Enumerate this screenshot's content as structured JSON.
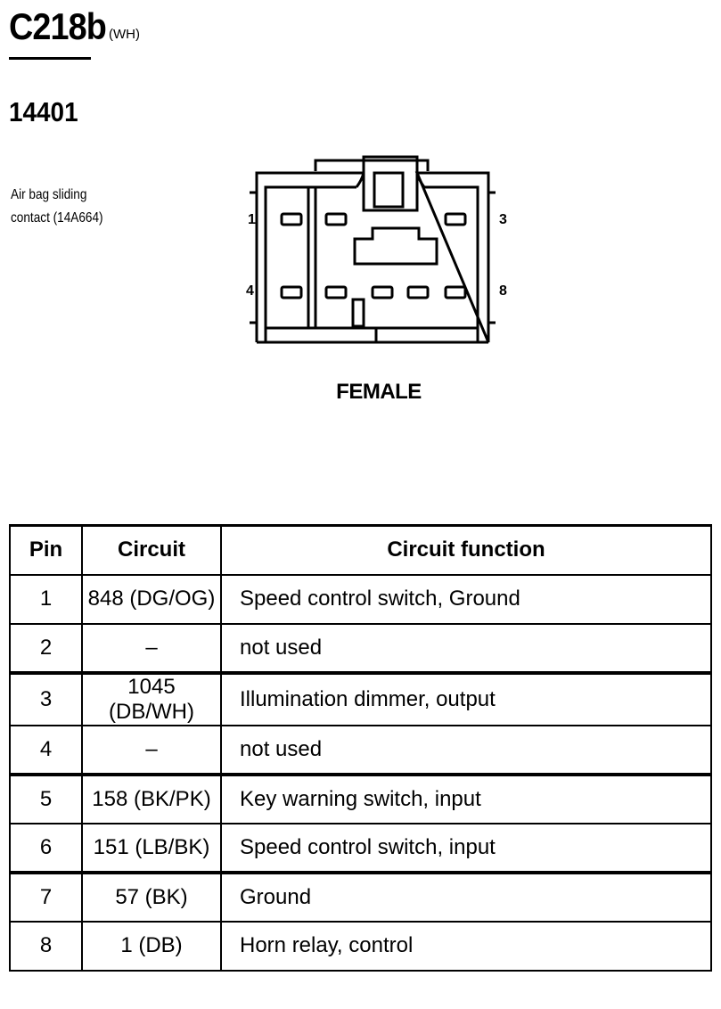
{
  "connector": {
    "id": "C218b",
    "color": "(WH)",
    "part_number": "14401",
    "description": "Air bag sliding contact (14A664)",
    "gender": "FEMALE",
    "pin_labels": {
      "p1": "1",
      "p3": "3",
      "p4": "4",
      "p8": "8"
    }
  },
  "table": {
    "headers": {
      "pin": "Pin",
      "circuit": "Circuit",
      "function": "Circuit function"
    },
    "rows": [
      {
        "pin": "1",
        "circuit": "848 (DG/OG)",
        "function": "Speed control switch, Ground"
      },
      {
        "pin": "2",
        "circuit": "–",
        "function": "not used"
      },
      {
        "pin": "3",
        "circuit": "1045 (DB/WH)",
        "function": "Illumination dimmer, output"
      },
      {
        "pin": "4",
        "circuit": "–",
        "function": "not used"
      },
      {
        "pin": "5",
        "circuit": "158 (BK/PK)",
        "function": "Key warning switch, input"
      },
      {
        "pin": "6",
        "circuit": "151 (LB/BK)",
        "function": "Speed control switch, input"
      },
      {
        "pin": "7",
        "circuit": "57 (BK)",
        "function": "Ground"
      },
      {
        "pin": "8",
        "circuit": "1 (DB)",
        "function": "Horn relay, control"
      }
    ]
  }
}
